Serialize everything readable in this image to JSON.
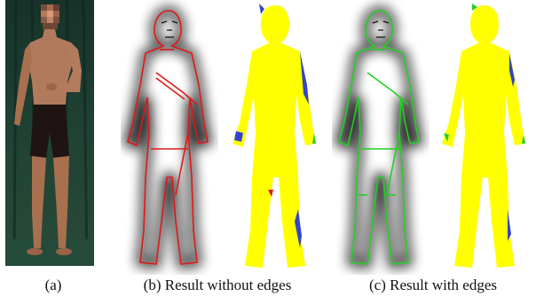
{
  "figure": {
    "captions": [
      "(a)",
      "(b) Result without edges",
      "(c) Result with edges"
    ]
  },
  "colors": {
    "photo_background": "#1f3f33",
    "skin": "#b27a5c",
    "shorts": "#1e1414",
    "edge_red": "#e01818",
    "edge_green": "#20d020",
    "silhouette_yellow": "#ffff00",
    "error_blue": "#3344cc"
  }
}
